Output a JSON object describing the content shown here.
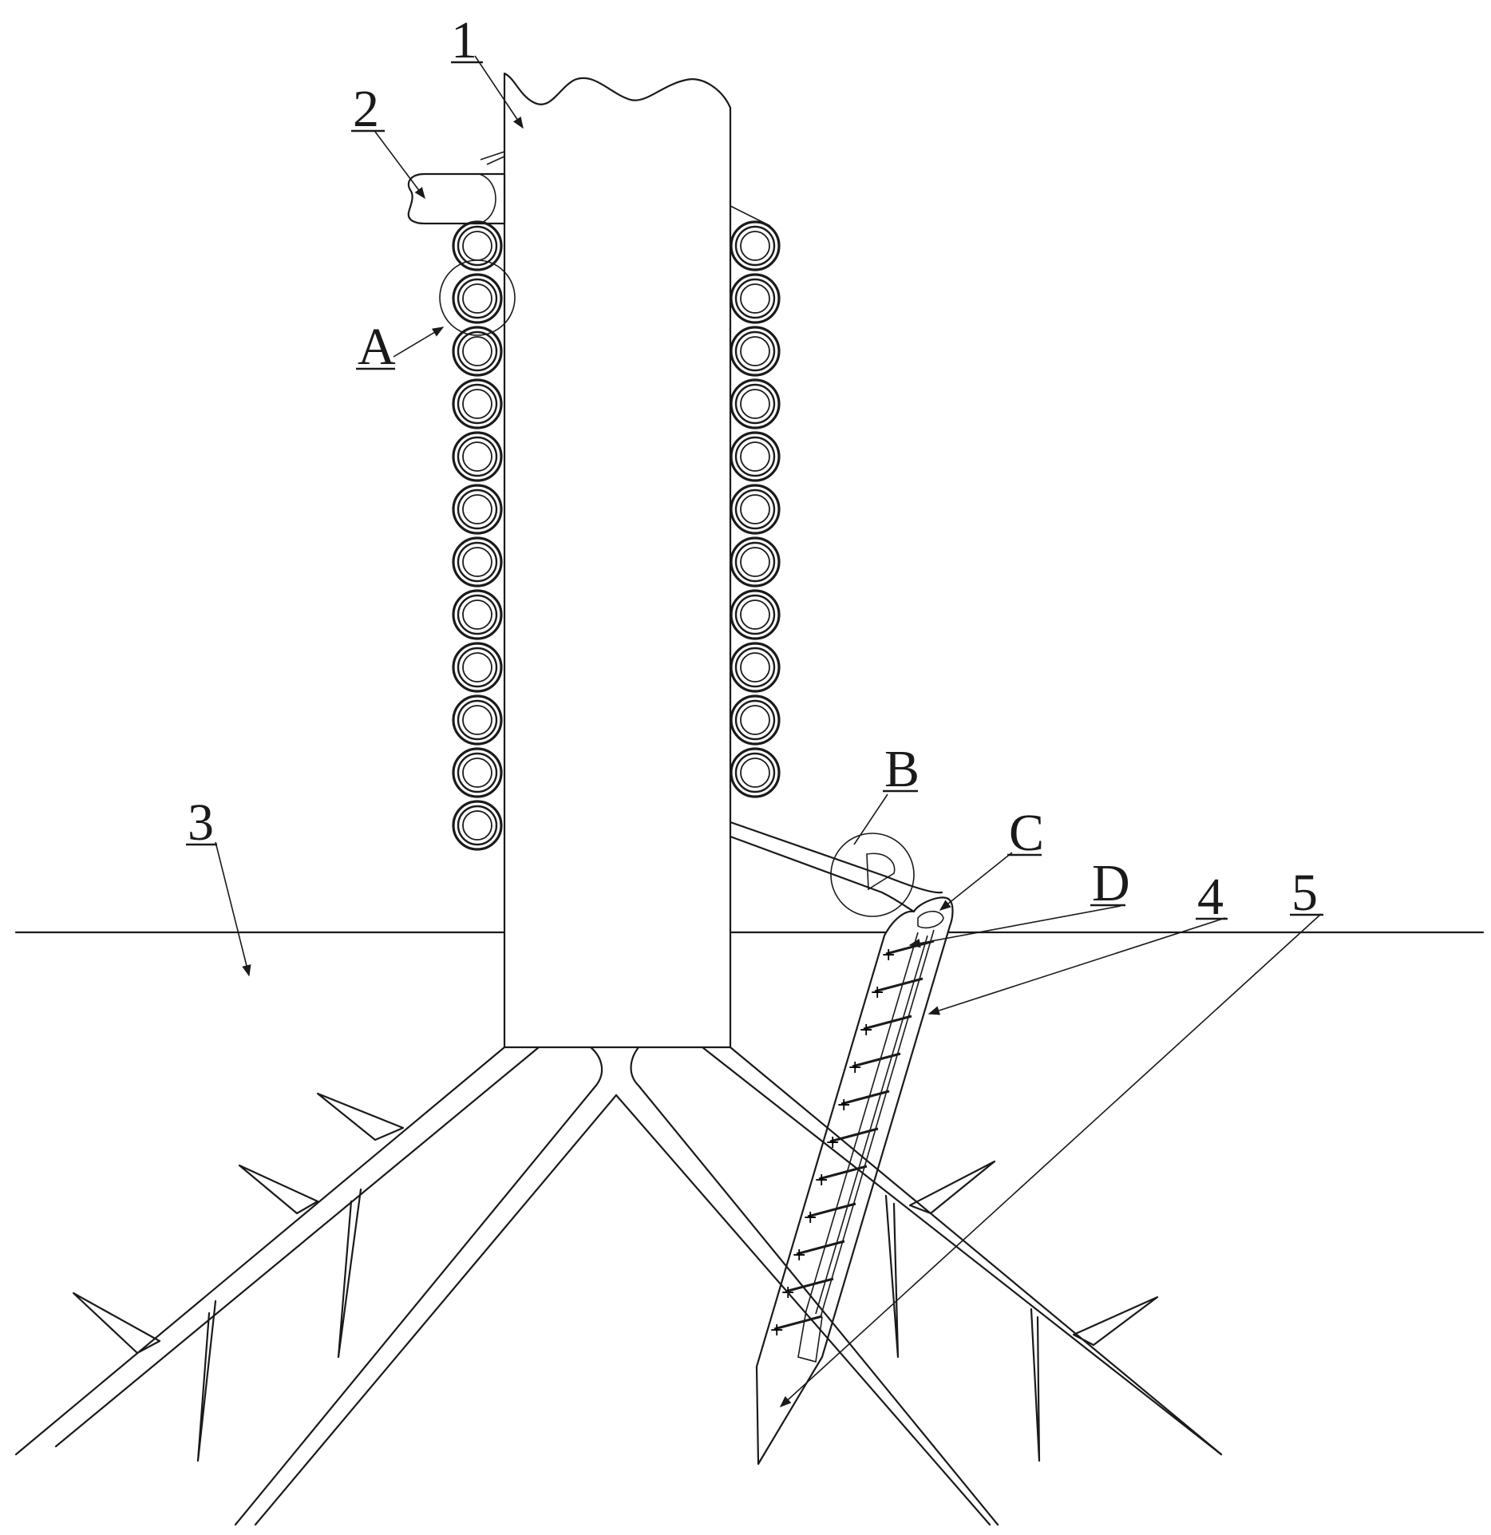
{
  "labels": {
    "l1": "1",
    "l2": "2",
    "l3": "3",
    "l4": "4",
    "l5": "5",
    "lA": "A",
    "lB": "B",
    "lC": "C",
    "lD": "D"
  }
}
